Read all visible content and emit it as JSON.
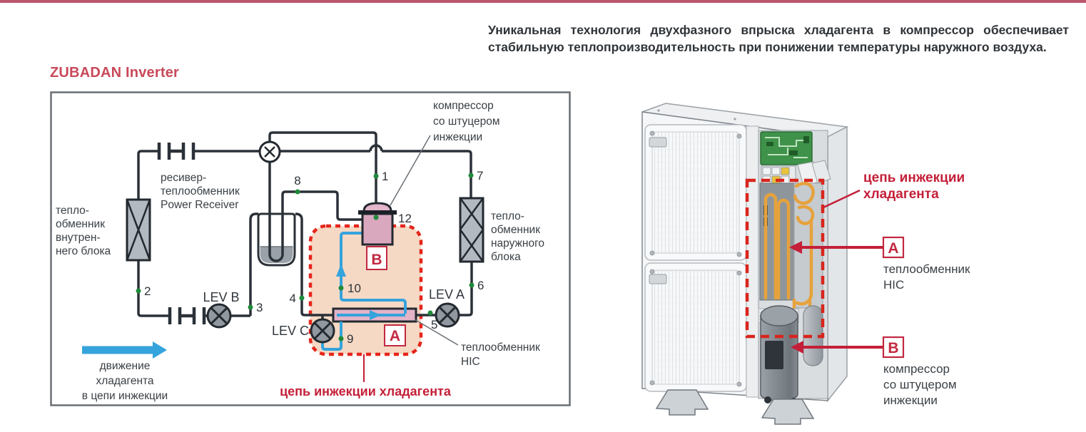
{
  "page": {
    "top_bar_color": "#bb566f",
    "background": "#ffffff"
  },
  "intro": {
    "line1": "Уникальная технология двухфазного впрыска хладагента в компрессор обеспечивает",
    "line2": "стабильную теплопроизводительность при понижении температуры наружного воздуха."
  },
  "title": "ZUBADAN Inverter",
  "schematic": {
    "labels": {
      "indoor_hx": [
        "тепло-",
        "обменник",
        "внутрен-",
        "него блока"
      ],
      "receiver": [
        "ресивер-",
        "теплообменник",
        "Power Receiver"
      ],
      "compressor": [
        "компрессор",
        "со штуцером",
        "инжекции"
      ],
      "outdoor_hx": [
        "тепло-",
        "обменник",
        "наружного",
        "блока"
      ],
      "hic": [
        "теплообменник",
        "HIC"
      ],
      "lev_a": "LEV A",
      "lev_b": "LEV B",
      "lev_c": "LEV C",
      "injection_circuit": "цепь инжекции хладагента",
      "flow_legend": [
        "движение",
        "хладагента",
        "в цепи инжекции"
      ],
      "badge_a": "A",
      "badge_b": "B"
    },
    "points": {
      "p1": "1",
      "p2": "2",
      "p3": "3",
      "p4": "4",
      "p5": "5",
      "p6": "6",
      "p7": "7",
      "p8": "8",
      "p9": "9",
      "p10": "10",
      "p12": "12"
    },
    "colors": {
      "pipe": "#2b3138",
      "injection_fill": "#f5d9c5",
      "injection_border": "#e5251b",
      "flow_blue": "#35a3dc",
      "dot_green": "#1f8a3a",
      "badge_red": "#c22840",
      "label_red": "#c41f38",
      "hx_fill": "#b2b9c0",
      "compressor_pink": "#d9a8bf",
      "hic_pink": "#e3b3c8"
    }
  },
  "unit": {
    "callout_injection": [
      "цепь инжекции",
      "хладагента"
    ],
    "label_a": {
      "badge": "A",
      "line1": "теплообменник",
      "line2": "HIC"
    },
    "label_b": {
      "badge": "B",
      "line1": "компрессор",
      "line2": "со штуцером",
      "line3": "инжекции"
    },
    "colors": {
      "dashed_red": "#d8251d",
      "arrow_red": "#c41f38",
      "pcb_green": "#3f9249",
      "pipe_yellow": "#e6a23c"
    }
  }
}
